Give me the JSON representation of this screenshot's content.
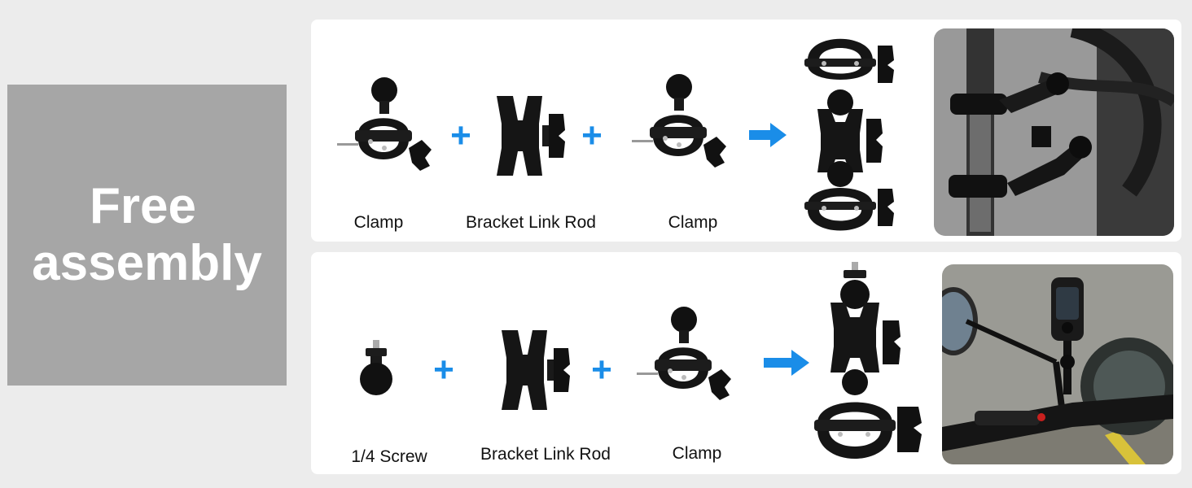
{
  "banner": {
    "line1": "Free",
    "line2": "assembly",
    "background": "#a6a6a6",
    "text_color": "#ffffff"
  },
  "accent_color": "#1a8de8",
  "rows": [
    {
      "labels": [
        "Clamp",
        "Bracket Link Rod",
        "Clamp"
      ],
      "operators": [
        "+",
        "+"
      ],
      "arrow_icon": "arrow-right-icon",
      "result_icon": "double-clamp-assembly-icon",
      "photo_icon": "motorcycle-fork-mount-photo"
    },
    {
      "labels": [
        "1/4 Screw",
        "Bracket Link Rod",
        "Clamp"
      ],
      "operators": [
        "+",
        "+"
      ],
      "arrow_icon": "arrow-right-icon",
      "result_icon": "camera-mount-assembly-icon",
      "photo_icon": "motorcycle-handlebar-camera-photo"
    }
  ]
}
